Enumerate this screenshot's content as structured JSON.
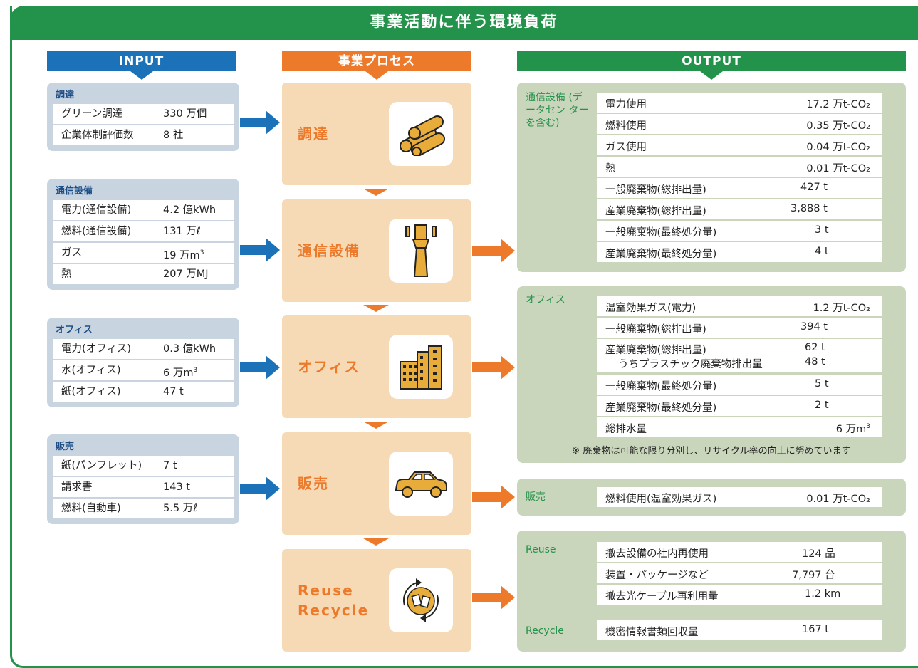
{
  "title": "事業活動に伴う環境負荷",
  "headers": {
    "input": "INPUT",
    "process": "事業プロセス",
    "output": "OUTPUT"
  },
  "input": [
    {
      "title": "調達",
      "rows": [
        {
          "label": "グリーン調達",
          "value": "330 万個"
        },
        {
          "label": "企業体制評価数",
          "value": "8 社"
        }
      ]
    },
    {
      "title": "通信設備",
      "rows": [
        {
          "label": "電力(通信設備)",
          "value": "4.2 億kWh"
        },
        {
          "label": "燃料(通信設備)",
          "value": "131 万ℓ"
        },
        {
          "label": "ガス",
          "value": "19 万m",
          "sup": "3"
        },
        {
          "label": "熱",
          "value": "207 万MJ"
        }
      ]
    },
    {
      "title": "オフィス",
      "rows": [
        {
          "label": "電力(オフィス)",
          "value": "0.3 億kWh"
        },
        {
          "label": "水(オフィス)",
          "value": "6 万m",
          "sup": "3"
        },
        {
          "label": "紙(オフィス)",
          "value": "47 t"
        }
      ]
    },
    {
      "title": "販売",
      "rows": [
        {
          "label": "紙(パンフレット)",
          "value": "7 t"
        },
        {
          "label": "請求書",
          "value": "143 t"
        },
        {
          "label": "燃料(自動車)",
          "value": "5.5 万ℓ"
        }
      ]
    }
  ],
  "process": [
    "調達",
    "通信設備",
    "オフィス",
    "販売",
    "Reuse Recycle"
  ],
  "output": {
    "network": {
      "label": "通信設備 (データセン ターを含む)",
      "rows": [
        {
          "label": "電力使用",
          "value": "17.2 万t-CO₂"
        },
        {
          "label": "燃料使用",
          "value": "0.35 万t-CO₂"
        },
        {
          "label": "ガス使用",
          "value": "0.04 万t-CO₂"
        },
        {
          "label": "熱",
          "value": "0.01 万t-CO₂"
        },
        {
          "label": "一般廃棄物(総排出量)",
          "value": "427 t"
        },
        {
          "label": "産業廃棄物(総排出量)",
          "value": "3,888 t"
        },
        {
          "label": "一般廃棄物(最終処分量)",
          "value": "3 t"
        },
        {
          "label": "産業廃棄物(最終処分量)",
          "value": "4 t"
        }
      ]
    },
    "office": {
      "label": "オフィス",
      "rows": [
        {
          "label": "温室効果ガス(電力)",
          "value": "1.2 万t-CO₂"
        },
        {
          "label": "一般廃棄物(総排出量)",
          "value": "394 t"
        },
        {
          "label": "産業廃棄物(総排出量)",
          "value": "62 t",
          "sub_label": "うちプラスチック廃棄物排出量",
          "sub_value": "48 t"
        },
        {
          "label": "一般廃棄物(最終処分量)",
          "value": "5 t"
        },
        {
          "label": "産業廃棄物(最終処分量)",
          "value": "2 t"
        },
        {
          "label": "総排水量",
          "value": "6 万m",
          "sup": "3"
        }
      ],
      "note": "※ 廃棄物は可能な限り分別し、リサイクル率の向上に努めています"
    },
    "sales": {
      "label": "販売",
      "rows": [
        {
          "label": "燃料使用(温室効果ガス)",
          "value": "0.01 万t-CO₂"
        }
      ]
    },
    "reuse": {
      "label": "Reuse",
      "rows": [
        {
          "label": "撤去設備の社内再使用",
          "value": "124 品"
        },
        {
          "label": "装置・パッケージなど",
          "value": "7,797 台"
        },
        {
          "label": "撤去光ケーブル再利用量",
          "value": "1.2 km"
        }
      ]
    },
    "recycle": {
      "label": "Recycle",
      "rows": [
        {
          "label": "機密情報書類回収量",
          "value": "167 t"
        }
      ]
    }
  },
  "colors": {
    "green": "#23924a",
    "blue": "#1b72b8",
    "orange": "#ec7a2a"
  }
}
